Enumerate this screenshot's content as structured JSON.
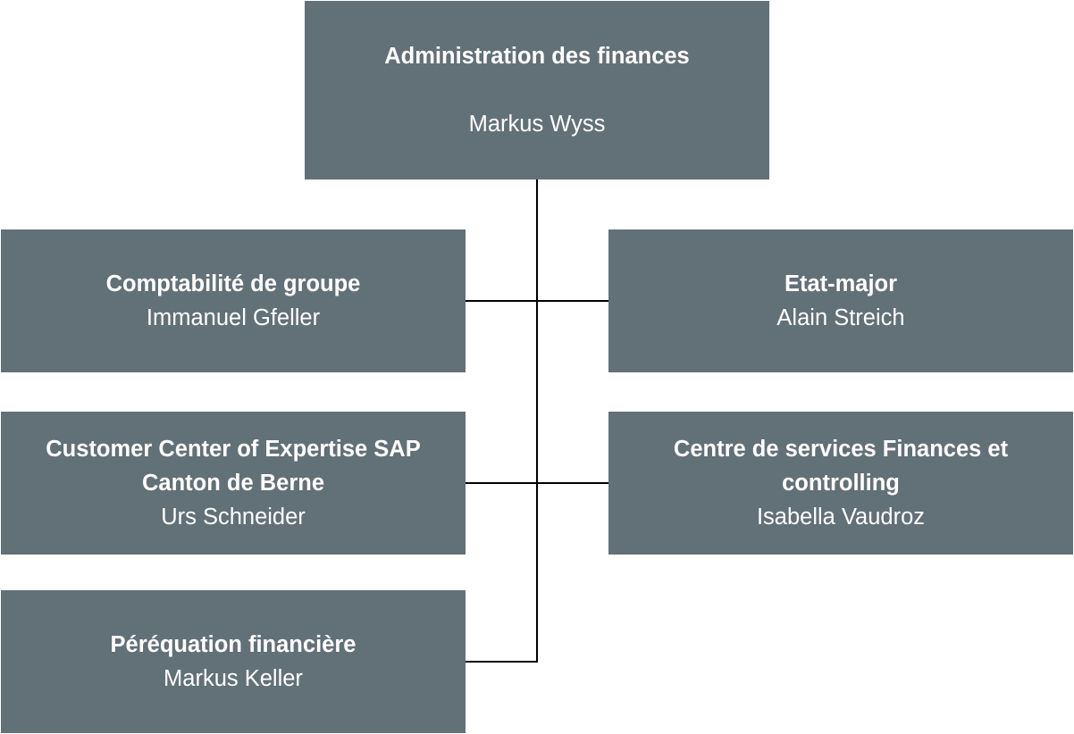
{
  "org_chart": {
    "root": {
      "title": "Administration des finances",
      "person": "Markus Wyss"
    },
    "units": [
      {
        "title": "Comptabilité de groupe",
        "person": "Immanuel Gfeller"
      },
      {
        "title": "Etat-major",
        "person": "Alain Streich"
      },
      {
        "title": "Customer Center of Expertise SAP Canton de Berne",
        "person": "Urs Schneider"
      },
      {
        "title": "Centre de services Finances et controlling",
        "person": "Isabella Vaudroz"
      },
      {
        "title": "Péréquation financière",
        "person": "Markus Keller"
      }
    ],
    "colors": {
      "box_fill": "#627078",
      "box_text": "#ffffff",
      "connector": "#000000"
    }
  }
}
